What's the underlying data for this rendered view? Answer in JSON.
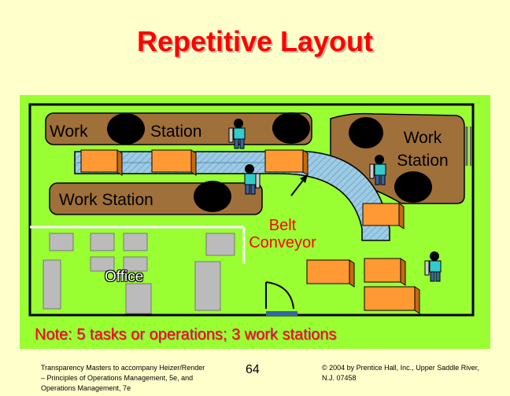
{
  "title": "Repetitive Layout",
  "labels": {
    "ws_top_left": "Work",
    "ws_top_mid": "Station",
    "ws_right": "Work Station",
    "ws_left": "Work Station",
    "belt_conveyor": "Belt Conveyor",
    "office": "Office"
  },
  "note": "Note: 5 tasks or operations; 3 work stations",
  "footer": {
    "left": "Transparency Masters to accompany Heizer/Render – Principles of Operations Management, 5e, and Operations Management, 7e",
    "page_number": "64",
    "right": "© 2004 by Prentice Hall, Inc., Upper Saddle River, N.J. 07458"
  },
  "colors": {
    "background": "#FFFFCC",
    "floor": "#99FF33",
    "title": "#FF0000",
    "station": "#A0703A",
    "box": "#FF9933",
    "conveyor": "#99CCEE"
  }
}
